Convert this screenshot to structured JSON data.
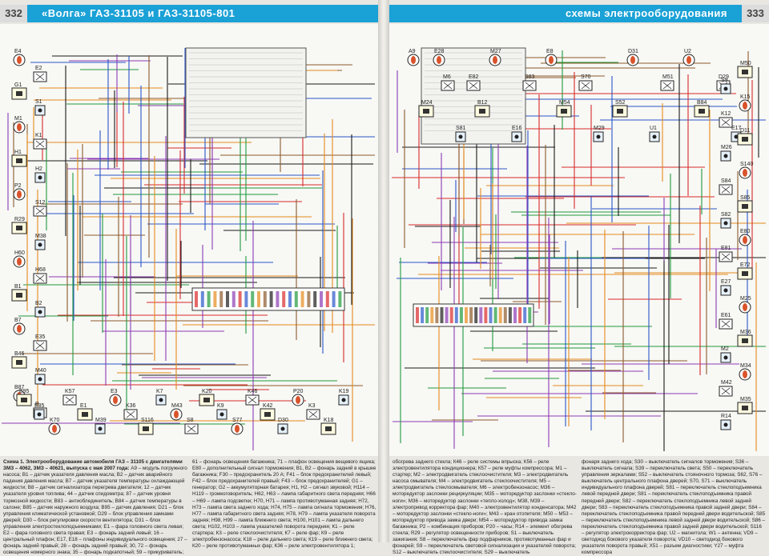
{
  "header": {
    "left_page": "332",
    "right_page": "333",
    "left_title": "«Волга» ГАЗ-31105 и ГАЗ-31105-801",
    "right_title": "схемы электрооборудования"
  },
  "components_left": [
    "E4",
    "E2",
    "G1",
    "S1",
    "M1",
    "K1",
    "H1",
    "H2",
    "P2",
    "S12",
    "R29",
    "M38",
    "H60",
    "H68",
    "B1",
    "B2",
    "B7",
    "E35",
    "B46",
    "M40",
    "B87",
    "P",
    "B95",
    "B85",
    "K70",
    "K57",
    "E1",
    "M39",
    "E3",
    "K36",
    "S116",
    "K7",
    "M43",
    "S8",
    "K20",
    "K9",
    "S77",
    "K46",
    "K42",
    "D30",
    "P20",
    "K3",
    "K18",
    "K19"
  ],
  "components_right": [
    "A9",
    "M6",
    "B12",
    "E16",
    "E8",
    "S70",
    "S52",
    "U1",
    "U2",
    "D29",
    "M24",
    "S81",
    "M27",
    "S83",
    "M54",
    "M29",
    "D31",
    "M51",
    "B84",
    "E17",
    "E28",
    "E82",
    "M50",
    "S9",
    "K15",
    "K12",
    "D11",
    "M26",
    "S140",
    "S84",
    "S85",
    "S82",
    "E80",
    "E81",
    "E72",
    "E27",
    "M25",
    "E61",
    "M36",
    "M2",
    "M34",
    "M42",
    "M35",
    "R14"
  ],
  "colors": {
    "header": "#1aa1d6",
    "wire_red": "#d82a2a",
    "wire_blue": "#2a56c8",
    "wire_green": "#1f9a3c",
    "wire_orange": "#e58a1c",
    "wire_brown": "#8b5a2b",
    "wire_black": "#1a1a1a",
    "wire_violet": "#8c3cb4"
  },
  "caption": {
    "col1_title": "Схема 1. Электрооборудование автомобиля ГАЗ – 31105 с двигателями ЗМЗ – 4062, ЗМЗ – 40621, выпуска с мая 2007 года:",
    "col1_text": "А9 – модуль погружного насоса; В1 – датчик указателя давления масла; В2 – датчик аварийного падения давления масла; В7 – датчик указателя температуры охлаждающей жидкости; В8 – датчик сигнализатора перегрева двигателя; 12 – датчик указателя уровня топлива; 44 – датчик спидометра; 87 – датчик уровня тормозной жидкости; В83 – антиоблединитель; В84 – датчик температуры в салоне; В85 – датчик наружного воздуха; В95 – датчик давления; D21 – блок управления климатической установкой; D29 – блок управления замками дверей; D30 – блок регулировки скорости вентилятора; D31 – блок управления электростеклоподъемниками; Е1 – фара головного света левая; Е2 – фара головного света правая; Е3 – фонарь задний левый; 16 – центральный плафон; Е17, Е18 – плафоны индивидуального освещения; 27 – фонарь задний правый; 28 – фонарь задний правый; 30, 72 – фонарь освещения номерного знака; 35 – фонарь подкапотный; 59 – прикуриватель;",
    "col2_text": "61 – фонарь освещения багажника; 71 – плафон освещения вещевого ящика; Е80 – дополнительный сигнал торможения; В1, В2 – фонарь задний в крышке багажника; F30 – предохранитель 20 А; F41 – блок предохранителей левый; F42 – блок предохранителей правый; F43 – блок предохранителей; G1 – генератор; G2 – аккумуляторная батарея; Н1, Н2 – сигнал звуковой; Н114 – Н119 – громкоговоритель; Н62, Н63 – лампа габаритного света передняя; Н66 – Н69 – лампа подсветки; Н70, Н71 – лампа противотуманная задняя; Н72, Н73 – лампа света заднего хода; Н74, Н75 – лампа сигнала торможения; Н76, Н77 – лампа габаритного света задняя; Н78, Н79 – лампа указателя поворота задняя; Н98, Н99 – лампа ближнего света; Н100, Н101 – лампа дальнего света; Н102, Н103 – лампа указателей поворота передняя; К1 – реле стартера; К3 – реле стеклоочистителя; К7 – реле фар; К9 – реле электробензонасоса; К18 – реле дальнего света; К19 – реле ближнего света; К20 – реле противотуманных фар; К36 – реле электровентилятора 1;",
    "col3_text": "обогрева заднего стекла; К46 – реле системы впрыска; К56 – реле электровентилятора кондиционера; К57 – реле муфты компрессора; М1 – стартер; М2 – электродвигатель стеклоочистителя; М3 – электродвигатель насоса омывателя; М4 – электродвигатель стеклоочистителя; М5 – электродвигатель стеклоомывателя; М6 – электробензонасос; М36 – моторедуктор заслонки рециркуляции; М35 – моторедуктор заслонки «стекло-ноги»; М36 – моторедуктор заслонки «тепло-холод»; М38, М39 – электропривод корректора фар; М40 – электровентилятор конденсатора; М42 – моторедуктор заслонки «стекло-ноги»; М43 – кран отопителя; М50 – М53 – моторедуктор привода замка двери; М54 – моторедуктор привода замка багажника; Р2 – комбинация приборов; Р20 – часы; R14 – элемент обогрева стекла; R29 – регулятор освещенности приборов; S1 – выключатель зажигания; S8 – переключатель фар подфарников, противотуманных фар и фонарей; S9 – переключатель световой сигнализации и указателей поворота; S12 – выключатель стеклоочистителя; S29 – выключатель",
    "col4_text": "фонаря заднего хода; S30 – выключатель сигналов торможения; S36 – выключатель сигнала; S39 – переключатель света; S50 – переключатель управления зеркалами; S52 – выключатель стояночного тормоза; S62, S76 – выключатель центрального плафона дверей; S70, S71 – выключатель индивидуального плафона дверей; S81 – переключатель стеклоподъемника левой передней двери; S81 – переключатель стеклоподъемника правой передней двери; S82 – переключатель стеклоподъемника левой задней двери; S83 – переключатель стеклоподъемника правой задней двери; S84 – переключатель стеклоподъемника правой передней двери водительской; S85 – переключатель стеклоподъемника левой задней двери водительской; S86 – переключатель стеклоподъемника правой задней двери водительской; S116 – регулятор электрокорректора фар; U2 – магнитола; W1 – антенна; VD9 – светодиод бокового указателя поворота; VD10 – светодиод бокового указателя поворота правый; Х51 – разъем диагностики; Y27 – муфта компрессора"
  }
}
